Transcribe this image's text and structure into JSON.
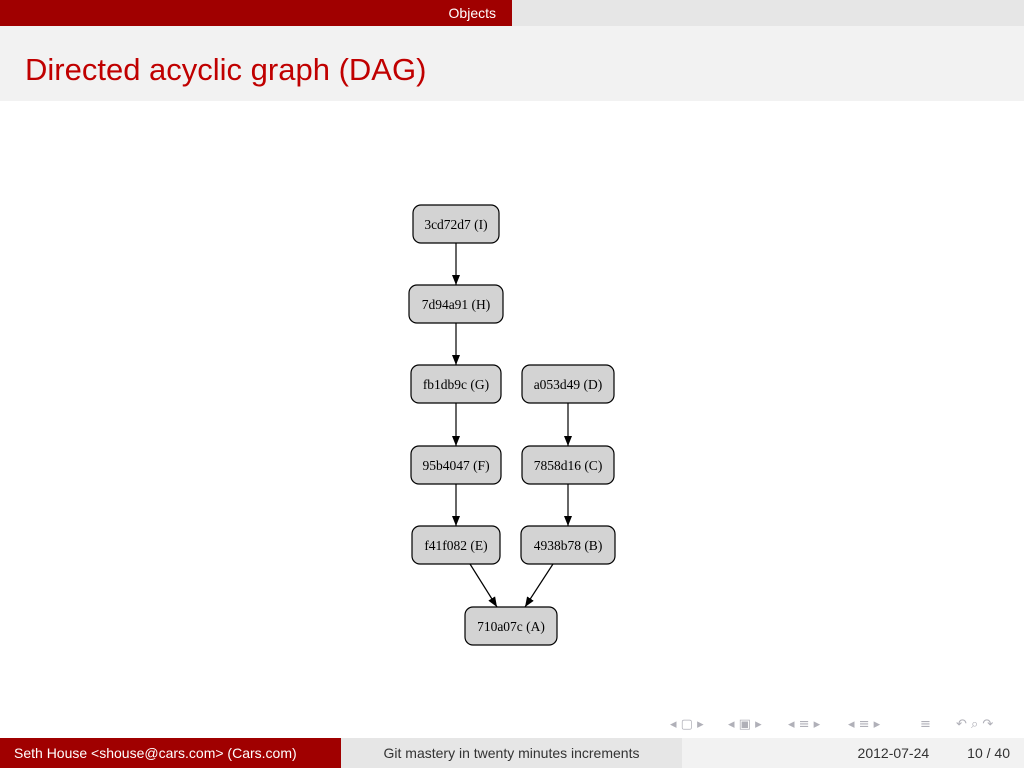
{
  "header": {
    "section": "Objects",
    "title": "Directed acyclic graph (DAG)"
  },
  "diagram": {
    "nodes": [
      {
        "id": "I",
        "label": "3cd72d7 (I)"
      },
      {
        "id": "H",
        "label": "7d94a91 (H)"
      },
      {
        "id": "G",
        "label": "fb1db9c (G)"
      },
      {
        "id": "D",
        "label": "a053d49 (D)"
      },
      {
        "id": "F",
        "label": "95b4047 (F)"
      },
      {
        "id": "C",
        "label": "7858d16 (C)"
      },
      {
        "id": "E",
        "label": "f41f082 (E)"
      },
      {
        "id": "B",
        "label": "4938b78 (B)"
      },
      {
        "id": "A",
        "label": "710a07c (A)"
      }
    ],
    "edges": [
      {
        "from": "I",
        "to": "H"
      },
      {
        "from": "H",
        "to": "G"
      },
      {
        "from": "G",
        "to": "F"
      },
      {
        "from": "F",
        "to": "E"
      },
      {
        "from": "E",
        "to": "A"
      },
      {
        "from": "D",
        "to": "C"
      },
      {
        "from": "C",
        "to": "B"
      },
      {
        "from": "B",
        "to": "A"
      }
    ]
  },
  "footer": {
    "author": "Seth House <shouse@cars.com>  (Cars.com)",
    "talk_title": "Git mastery in twenty minutes increments",
    "date": "2012-07-24",
    "page": "10 / 40"
  },
  "nav_icons": [
    "nav-frame-left-icon",
    "nav-frame-icon",
    "nav-frame-right-icon",
    "nav-subsection-left-icon",
    "nav-subsection-icon",
    "nav-subsection-right-icon",
    "nav-section-left-icon",
    "nav-section-icon",
    "nav-section-right-icon",
    "nav-doc-left-icon",
    "nav-doc-icon",
    "nav-doc-right-icon",
    "nav-align-icon",
    "nav-back-icon",
    "nav-search-icon",
    "nav-forward-icon"
  ]
}
